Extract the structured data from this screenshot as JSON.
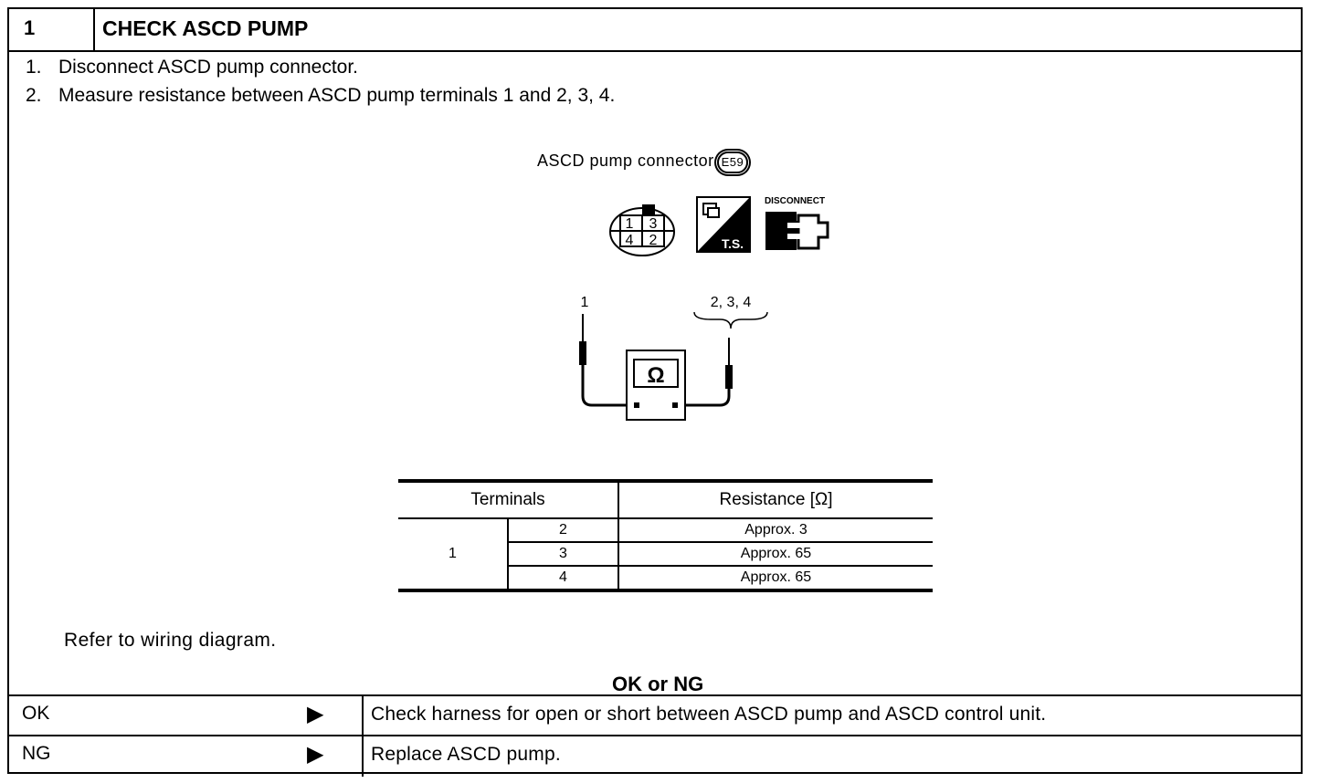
{
  "header": {
    "step_number": "1",
    "title": "CHECK ASCD PUMP"
  },
  "steps": [
    {
      "num": "1.",
      "text": "Disconnect ASCD pump connector."
    },
    {
      "num": "2.",
      "text": "Measure resistance between ASCD pump terminals 1 and 2, 3, 4."
    }
  ],
  "connector": {
    "caption": "ASCD pump connector",
    "code": "E59",
    "ts_label": "T.S.",
    "disconnect_label": "DISCONNECT",
    "pins": [
      "1",
      "3",
      "4",
      "2"
    ],
    "meter_symbol": "Ω"
  },
  "probes": {
    "left_label": "1",
    "right_label": "2, 3, 4"
  },
  "table": {
    "col1": "Terminals",
    "col2": "Resistance [Ω]",
    "from_terminal": "1",
    "rows": [
      {
        "to": "2",
        "resistance": "Approx. 3"
      },
      {
        "to": "3",
        "resistance": "Approx. 65"
      },
      {
        "to": "4",
        "resistance": "Approx. 65"
      }
    ]
  },
  "refer_text": "Refer to wiring diagram.",
  "result": {
    "heading": "OK or NG",
    "ok": {
      "label": "OK",
      "arrow": "▶",
      "action": "Check harness for open or short between ASCD pump and ASCD control unit."
    },
    "ng": {
      "label": "NG",
      "arrow": "▶",
      "action": "Replace ASCD pump."
    }
  }
}
